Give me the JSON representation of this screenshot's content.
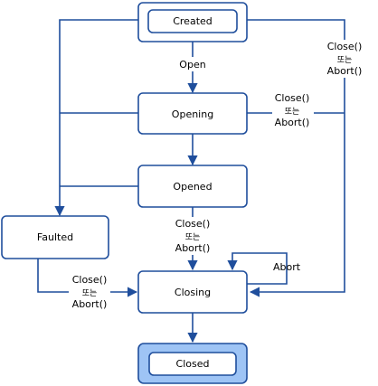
{
  "states": {
    "created": "Created",
    "opening": "Opening",
    "opened": "Opened",
    "faulted": "Faulted",
    "closing": "Closing",
    "closed": "Closed"
  },
  "transitions": {
    "open": "Open",
    "abort": "Abort",
    "close_or_abort_1": "Close()",
    "close_or_abort_2": "또는",
    "close_or_abort_3": "Abort()"
  },
  "colors": {
    "line": "#1f4e9c",
    "box_border": "#1f4e9c",
    "closed_fill": "#9ec4f5",
    "box_fill": "#ffffff"
  }
}
